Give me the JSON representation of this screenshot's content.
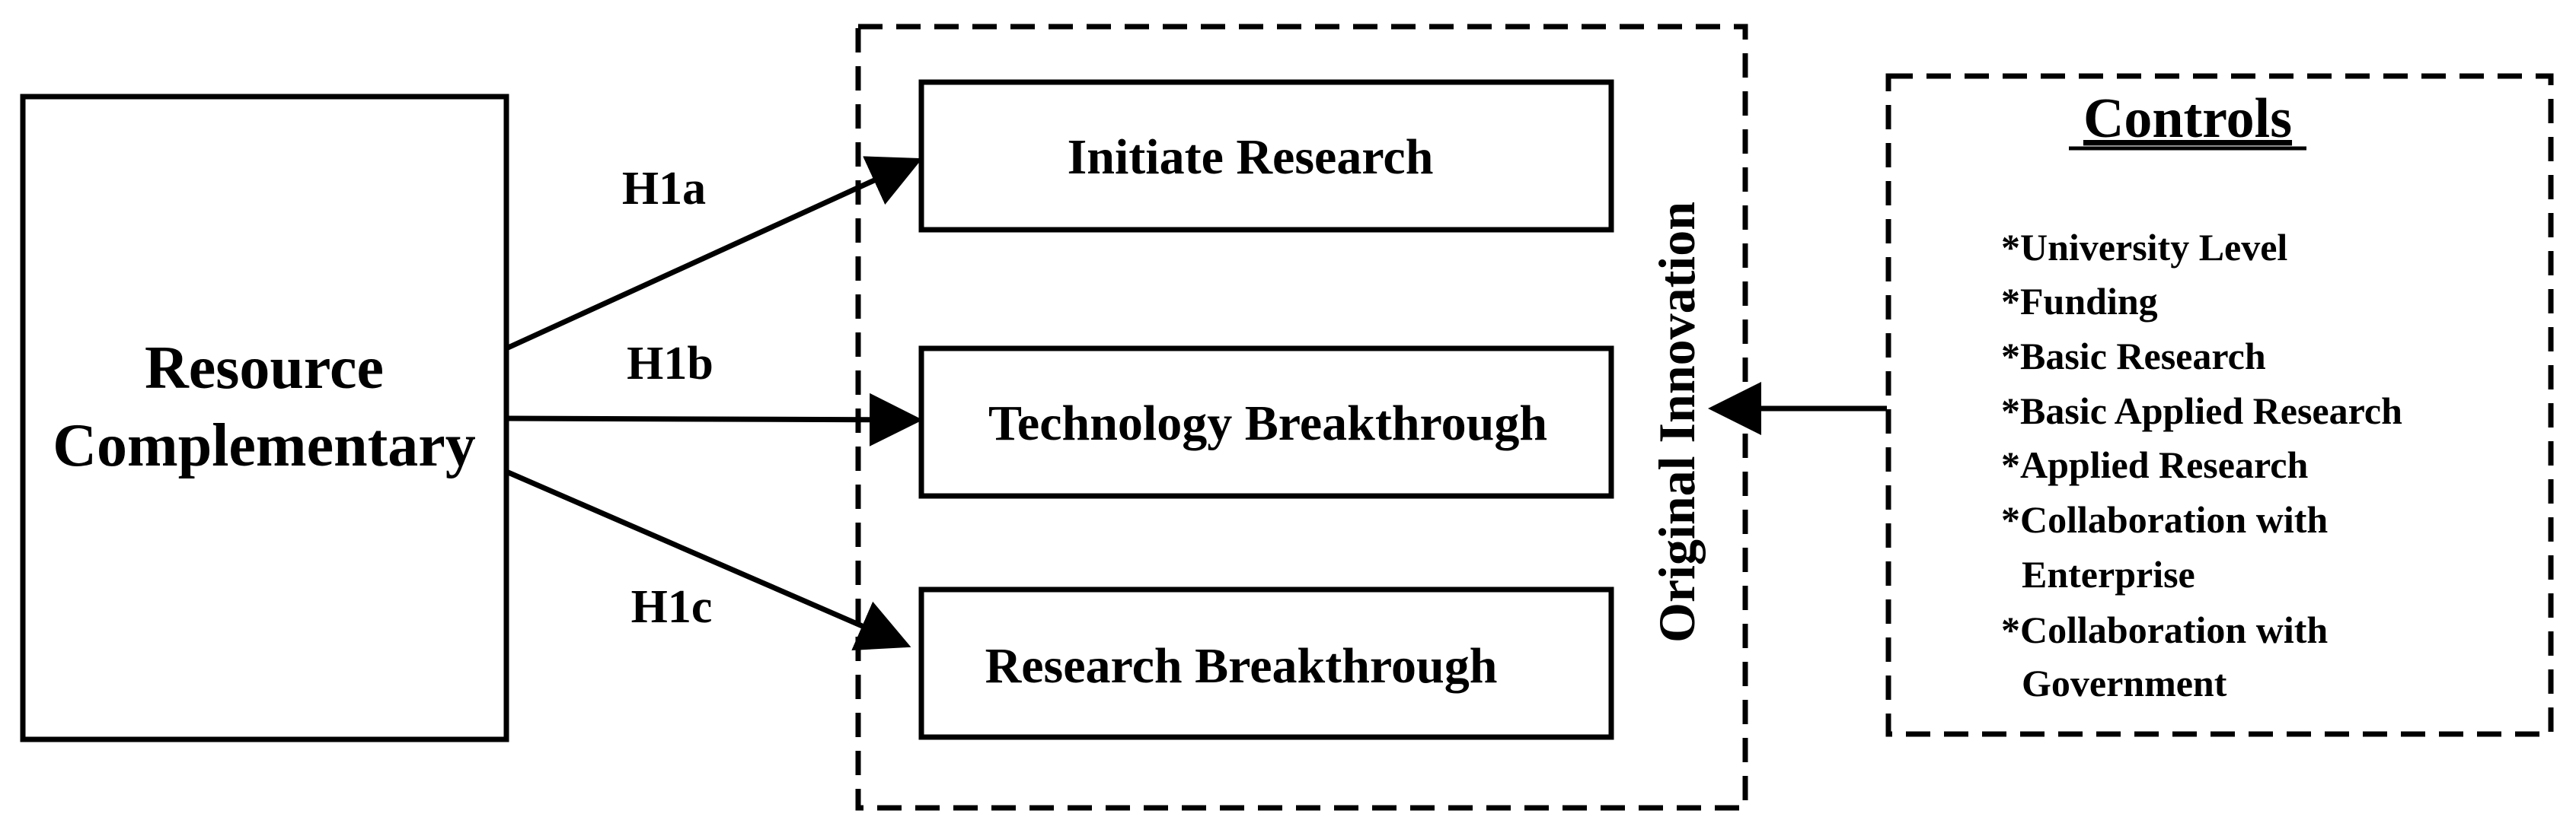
{
  "source_box": {
    "label_lines": [
      "Resource",
      "Complementary"
    ]
  },
  "hypotheses": [
    {
      "label": "H1a",
      "target": "Initiate Research"
    },
    {
      "label": "H1b",
      "target": "Technology Breakthrough"
    },
    {
      "label": "H1c",
      "target": "Research Breakthrough"
    }
  ],
  "outcome_group": {
    "title": "Original Innovation",
    "boxes": [
      "Initiate Research",
      "Technology Breakthrough",
      "Research Breakthrough"
    ]
  },
  "controls": {
    "title": "Controls",
    "item_lines": [
      "*University Level",
      "*Funding",
      "*Basic Research",
      "*Basic Applied Research",
      "*Applied Research",
      "*Collaboration with",
      "Enterprise",
      "*Collaboration with",
      "Government"
    ]
  }
}
